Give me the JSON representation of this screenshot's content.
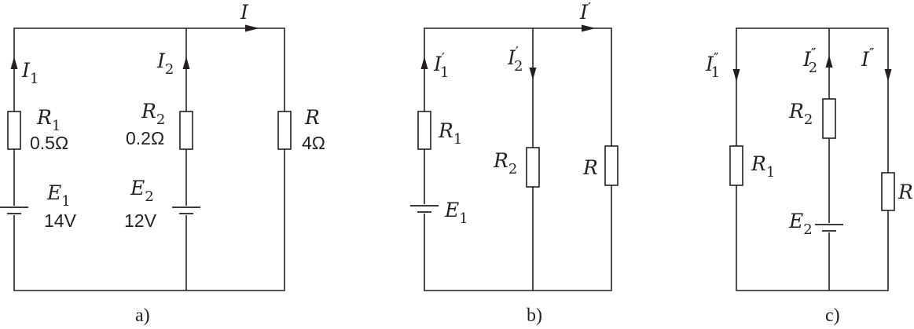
{
  "panel_a": {
    "caption": "a)",
    "current_I": {
      "sym": "I",
      "sub": "",
      "sup": ""
    },
    "current_I1": {
      "sym": "I",
      "sub": "1",
      "sup": ""
    },
    "current_I2": {
      "sym": "I",
      "sub": "2",
      "sup": ""
    },
    "R1": {
      "sym": "R",
      "sub": "1",
      "value": "0.5Ω"
    },
    "R2": {
      "sym": "R",
      "sub": "2",
      "value": "0.2Ω"
    },
    "R": {
      "sym": "R",
      "value": "4Ω"
    },
    "E1": {
      "sym": "E",
      "sub": "1",
      "value": "14V"
    },
    "E2": {
      "sym": "E",
      "sub": "2",
      "value": "12V"
    }
  },
  "panel_b": {
    "caption": "b)",
    "current_I": {
      "sym": "I",
      "sup": "′"
    },
    "current_I1": {
      "sym": "I",
      "sub": "1",
      "sup": "′"
    },
    "current_I2": {
      "sym": "I",
      "sub": "2",
      "sup": "′"
    },
    "R1": {
      "sym": "R",
      "sub": "1"
    },
    "R2": {
      "sym": "R",
      "sub": "2"
    },
    "R": {
      "sym": "R"
    },
    "E1": {
      "sym": "E",
      "sub": "1"
    }
  },
  "panel_c": {
    "caption": "c)",
    "current_I": {
      "sym": "I",
      "sup": "″"
    },
    "current_I1": {
      "sym": "I",
      "sub": "1",
      "sup": "″"
    },
    "current_I2": {
      "sym": "I",
      "sub": "2",
      "sup": "″"
    },
    "R1": {
      "sym": "R",
      "sub": "1"
    },
    "R2": {
      "sym": "R",
      "sub": "2"
    },
    "R": {
      "sym": "R"
    },
    "E2": {
      "sym": "E",
      "sub": "2"
    }
  }
}
